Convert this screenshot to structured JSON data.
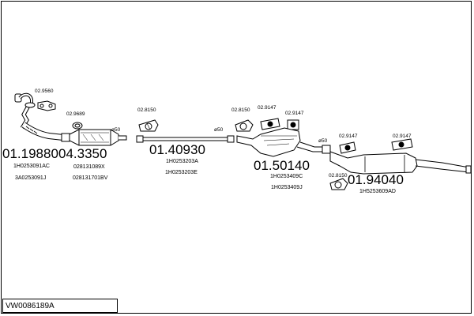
{
  "diagram_code": "VW0086189A",
  "part_numbers": [
    {
      "id": "p1",
      "text": "01.19880"
    },
    {
      "id": "p2",
      "text": "04.3350"
    },
    {
      "id": "p3",
      "text": "01.40930"
    },
    {
      "id": "p4",
      "text": "01.50140"
    },
    {
      "id": "p5",
      "text": "01.94040"
    }
  ],
  "oem_refs": [
    {
      "id": "r1",
      "text": "1H0253091AC"
    },
    {
      "id": "r2",
      "text": "3A0253091J"
    },
    {
      "id": "r3",
      "text": "028131089X"
    },
    {
      "id": "r4",
      "text": "028131701BV"
    },
    {
      "id": "r5",
      "text": "1H0253203A"
    },
    {
      "id": "r6",
      "text": "1H0253203E"
    },
    {
      "id": "r7",
      "text": "1H0253409C"
    },
    {
      "id": "r8",
      "text": "1H0253409J"
    },
    {
      "id": "r9",
      "text": "1H5253609AD"
    }
  ],
  "accessory_codes": [
    {
      "id": "a1",
      "text": "02.9560"
    },
    {
      "id": "a2",
      "text": "02.9689"
    },
    {
      "id": "a3",
      "text": "02.8150"
    },
    {
      "id": "a4",
      "text": "02.8150"
    },
    {
      "id": "a5",
      "text": "02.9147"
    },
    {
      "id": "a6",
      "text": "02.9147"
    },
    {
      "id": "a7",
      "text": "02.9147"
    },
    {
      "id": "a8",
      "text": "02.9147"
    },
    {
      "id": "a9",
      "text": "02.8150"
    }
  ],
  "diameters": [
    {
      "id": "d1",
      "text": "ø50"
    },
    {
      "id": "d2",
      "text": "ø50"
    },
    {
      "id": "d3",
      "text": "ø50"
    }
  ]
}
